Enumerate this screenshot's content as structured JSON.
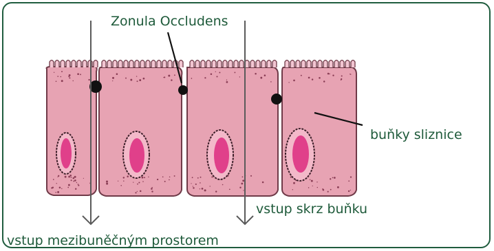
{
  "diagram": {
    "labels": {
      "zonula": "Zonula Occludens",
      "cells": "buňky sliznice",
      "through_cell": "vstup skrz buňku",
      "intercellular": "vstup mezibuněčným prostorem"
    },
    "colors": {
      "frame": "#1f5c3e",
      "text": "#1e5a3a",
      "cell_fill": "#e7a3b3",
      "cell_outline": "#6f3a48",
      "nucleus": "#e0408a",
      "junction": "#111111",
      "arrow": "#5a5a5a"
    }
  }
}
